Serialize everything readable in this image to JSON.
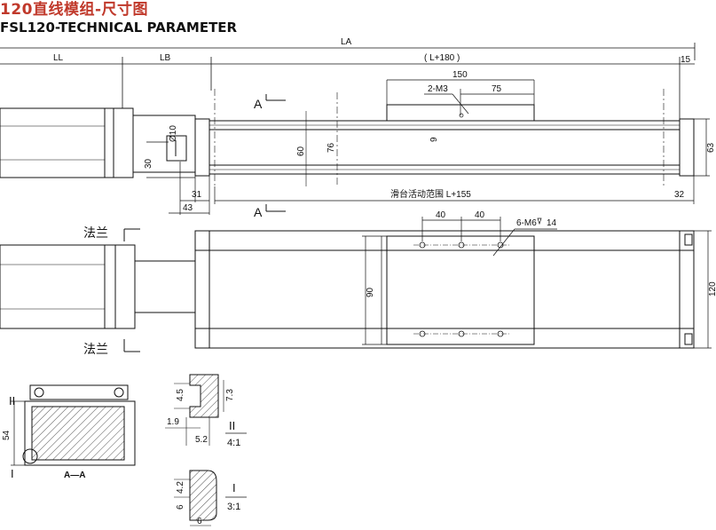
{
  "title": {
    "cn": "120直线模组-尺寸图",
    "en": "FSL120-TECHNICAL PARAMETER"
  },
  "dims": {
    "LA": "LA",
    "LL": "LL",
    "LB": "LB",
    "L180": "( L+180 )",
    "d15": "15",
    "d150": "150",
    "d75": "75",
    "m3": "2-M3",
    "d9": "9",
    "d60": "60",
    "d76": "76",
    "d63": "63",
    "d30": "30",
    "phi10": "Ø10",
    "d31": "31",
    "d43": "43",
    "d32": "32",
    "stroke": "滑台活动范围   L+155",
    "secA": "A",
    "d40a": "40",
    "d40b": "40",
    "m6": "6-M6",
    "m6depth": "14",
    "d90": "90",
    "d120": "120",
    "flange": "法兰",
    "d54": "54",
    "roman2": "II",
    "roman1": "I",
    "aa": "A—A",
    "d45": "4.5",
    "d73": "7.3",
    "d19": "1.9",
    "d52": "5.2",
    "scale41": "4:1",
    "d42": "4.2",
    "d6a": "6",
    "d6b": "6",
    "scale31": "3:1"
  }
}
